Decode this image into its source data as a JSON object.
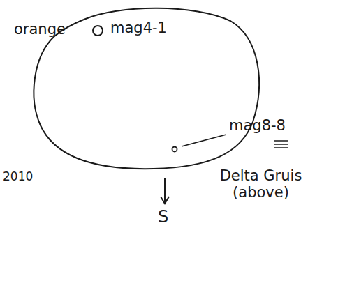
{
  "diagram": {
    "labels": [
      "orange",
      "mag4-1",
      "mag8-8",
      "2010",
      "Delta Gruis (above)",
      "S"
    ]
  }
}
